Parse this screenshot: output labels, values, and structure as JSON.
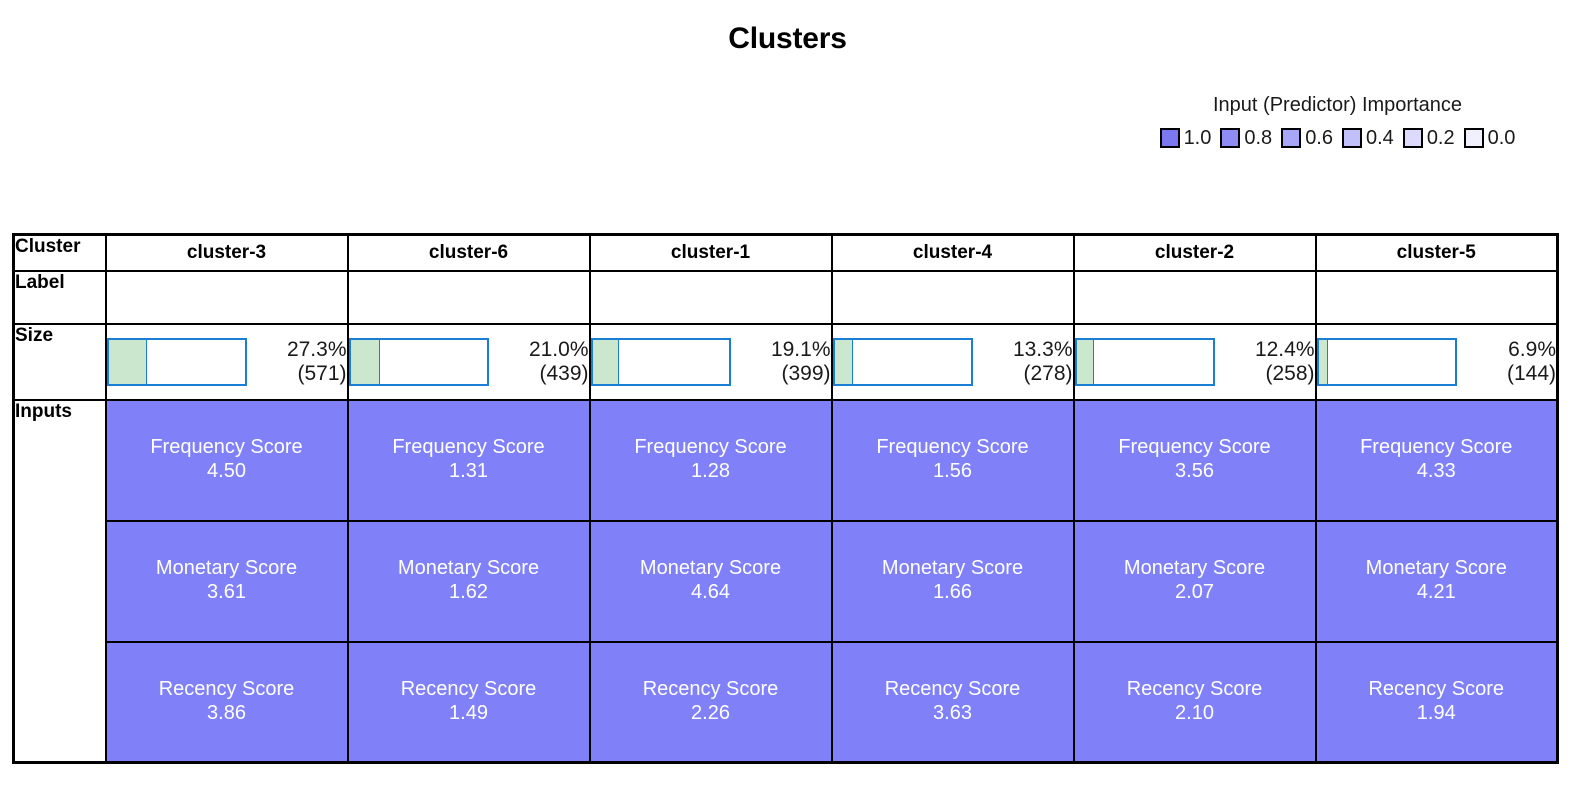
{
  "title": "Clusters",
  "legend": {
    "title": "Input (Predictor) Importance",
    "entries": [
      {
        "label": "1.0",
        "color": "#7b78f0"
      },
      {
        "label": "0.8",
        "color": "#8f8cf4"
      },
      {
        "label": "0.6",
        "color": "#a8a6f7"
      },
      {
        "label": "0.4",
        "color": "#c2c0fa"
      },
      {
        "label": "0.2",
        "color": "#dcdbfc"
      },
      {
        "label": "0.0",
        "color": "#f1f1fe"
      }
    ]
  },
  "table": {
    "row_headers": {
      "cluster": "Cluster",
      "label": "Label",
      "size": "Size",
      "inputs": "Inputs"
    },
    "columns": [
      {
        "name": "cluster-3",
        "label": "",
        "size": {
          "percent": "27.3%",
          "count": "(571)",
          "value": 27.3
        },
        "inputs": [
          {
            "name": "Frequency Score",
            "value": "4.50",
            "color": "#8080f8"
          },
          {
            "name": "Monetary Score",
            "value": "3.61",
            "color": "#8080f8"
          },
          {
            "name": "Recency Score",
            "value": "3.86",
            "color": "#8080f8"
          }
        ]
      },
      {
        "name": "cluster-6",
        "label": "",
        "size": {
          "percent": "21.0%",
          "count": "(439)",
          "value": 21.0
        },
        "inputs": [
          {
            "name": "Frequency Score",
            "value": "1.31",
            "color": "#8080f8"
          },
          {
            "name": "Monetary Score",
            "value": "1.62",
            "color": "#8080f8"
          },
          {
            "name": "Recency Score",
            "value": "1.49",
            "color": "#8080f8"
          }
        ]
      },
      {
        "name": "cluster-1",
        "label": "",
        "size": {
          "percent": "19.1%",
          "count": "(399)",
          "value": 19.1
        },
        "inputs": [
          {
            "name": "Frequency Score",
            "value": "1.28",
            "color": "#8080f8"
          },
          {
            "name": "Monetary Score",
            "value": "4.64",
            "color": "#8080f8"
          },
          {
            "name": "Recency Score",
            "value": "2.26",
            "color": "#8080f8"
          }
        ]
      },
      {
        "name": "cluster-4",
        "label": "",
        "size": {
          "percent": "13.3%",
          "count": "(278)",
          "value": 13.3
        },
        "inputs": [
          {
            "name": "Frequency Score",
            "value": "1.56",
            "color": "#8080f8"
          },
          {
            "name": "Monetary Score",
            "value": "1.66",
            "color": "#8080f8"
          },
          {
            "name": "Recency Score",
            "value": "3.63",
            "color": "#8080f8"
          }
        ]
      },
      {
        "name": "cluster-2",
        "label": "",
        "size": {
          "percent": "12.4%",
          "count": "(258)",
          "value": 12.4
        },
        "inputs": [
          {
            "name": "Frequency Score",
            "value": "3.56",
            "color": "#8080f8"
          },
          {
            "name": "Monetary Score",
            "value": "2.07",
            "color": "#8080f8"
          },
          {
            "name": "Recency Score",
            "value": "2.10",
            "color": "#8080f8"
          }
        ]
      },
      {
        "name": "cluster-5",
        "label": "",
        "size": {
          "percent": "6.9%",
          "count": "(144)",
          "value": 6.9
        },
        "inputs": [
          {
            "name": "Frequency Score",
            "value": "4.33",
            "color": "#8080f8"
          },
          {
            "name": "Monetary Score",
            "value": "4.21",
            "color": "#8080f8"
          },
          {
            "name": "Recency Score",
            "value": "1.94",
            "color": "#8080f8"
          }
        ]
      }
    ]
  },
  "style": {
    "bar_border_color": "#1a7fd4",
    "bar_fill_color": "#cbe7cd",
    "table_border_color": "#000000"
  }
}
